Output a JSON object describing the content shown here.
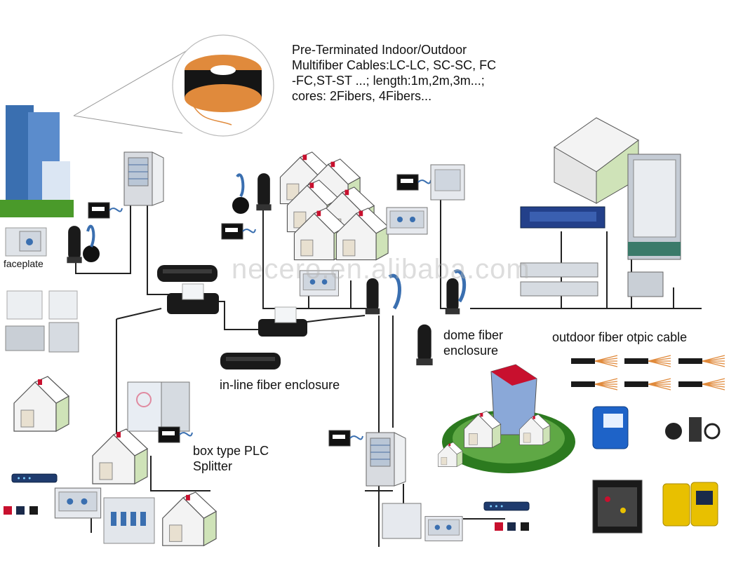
{
  "labels": {
    "cable_desc": "Pre-Terminated Indoor/Outdoor\nMultifiber Cables:LC-LC, SC-SC, FC\n-FC,ST-ST ...; length:1m,2m,3m...;\ncores: 2Fibers, 4Fibers...",
    "faceplate": "faceplate",
    "dome": "dome fiber\nenclosure",
    "outdoor_cable": "outdoor fiber otpic cable",
    "inline": "in-line fiber enclosure",
    "plc": "box type PLC\nSplitter"
  },
  "watermark": "necero.en.alibaba.com",
  "colors": {
    "line": "#222222",
    "house_wall": "#f3f3f3",
    "house_shade": "#cfe3b8",
    "house_roof": "#ffffff",
    "chimney": "#c8102e",
    "grass": "#4a9a2a",
    "building_blue": "#3a6fb0",
    "enclosure_black": "#1a1a1a",
    "cabinet_grey": "#d8dbe0",
    "fiber_orange": "#e08a3c",
    "device_yellow": "#e8c000"
  }
}
